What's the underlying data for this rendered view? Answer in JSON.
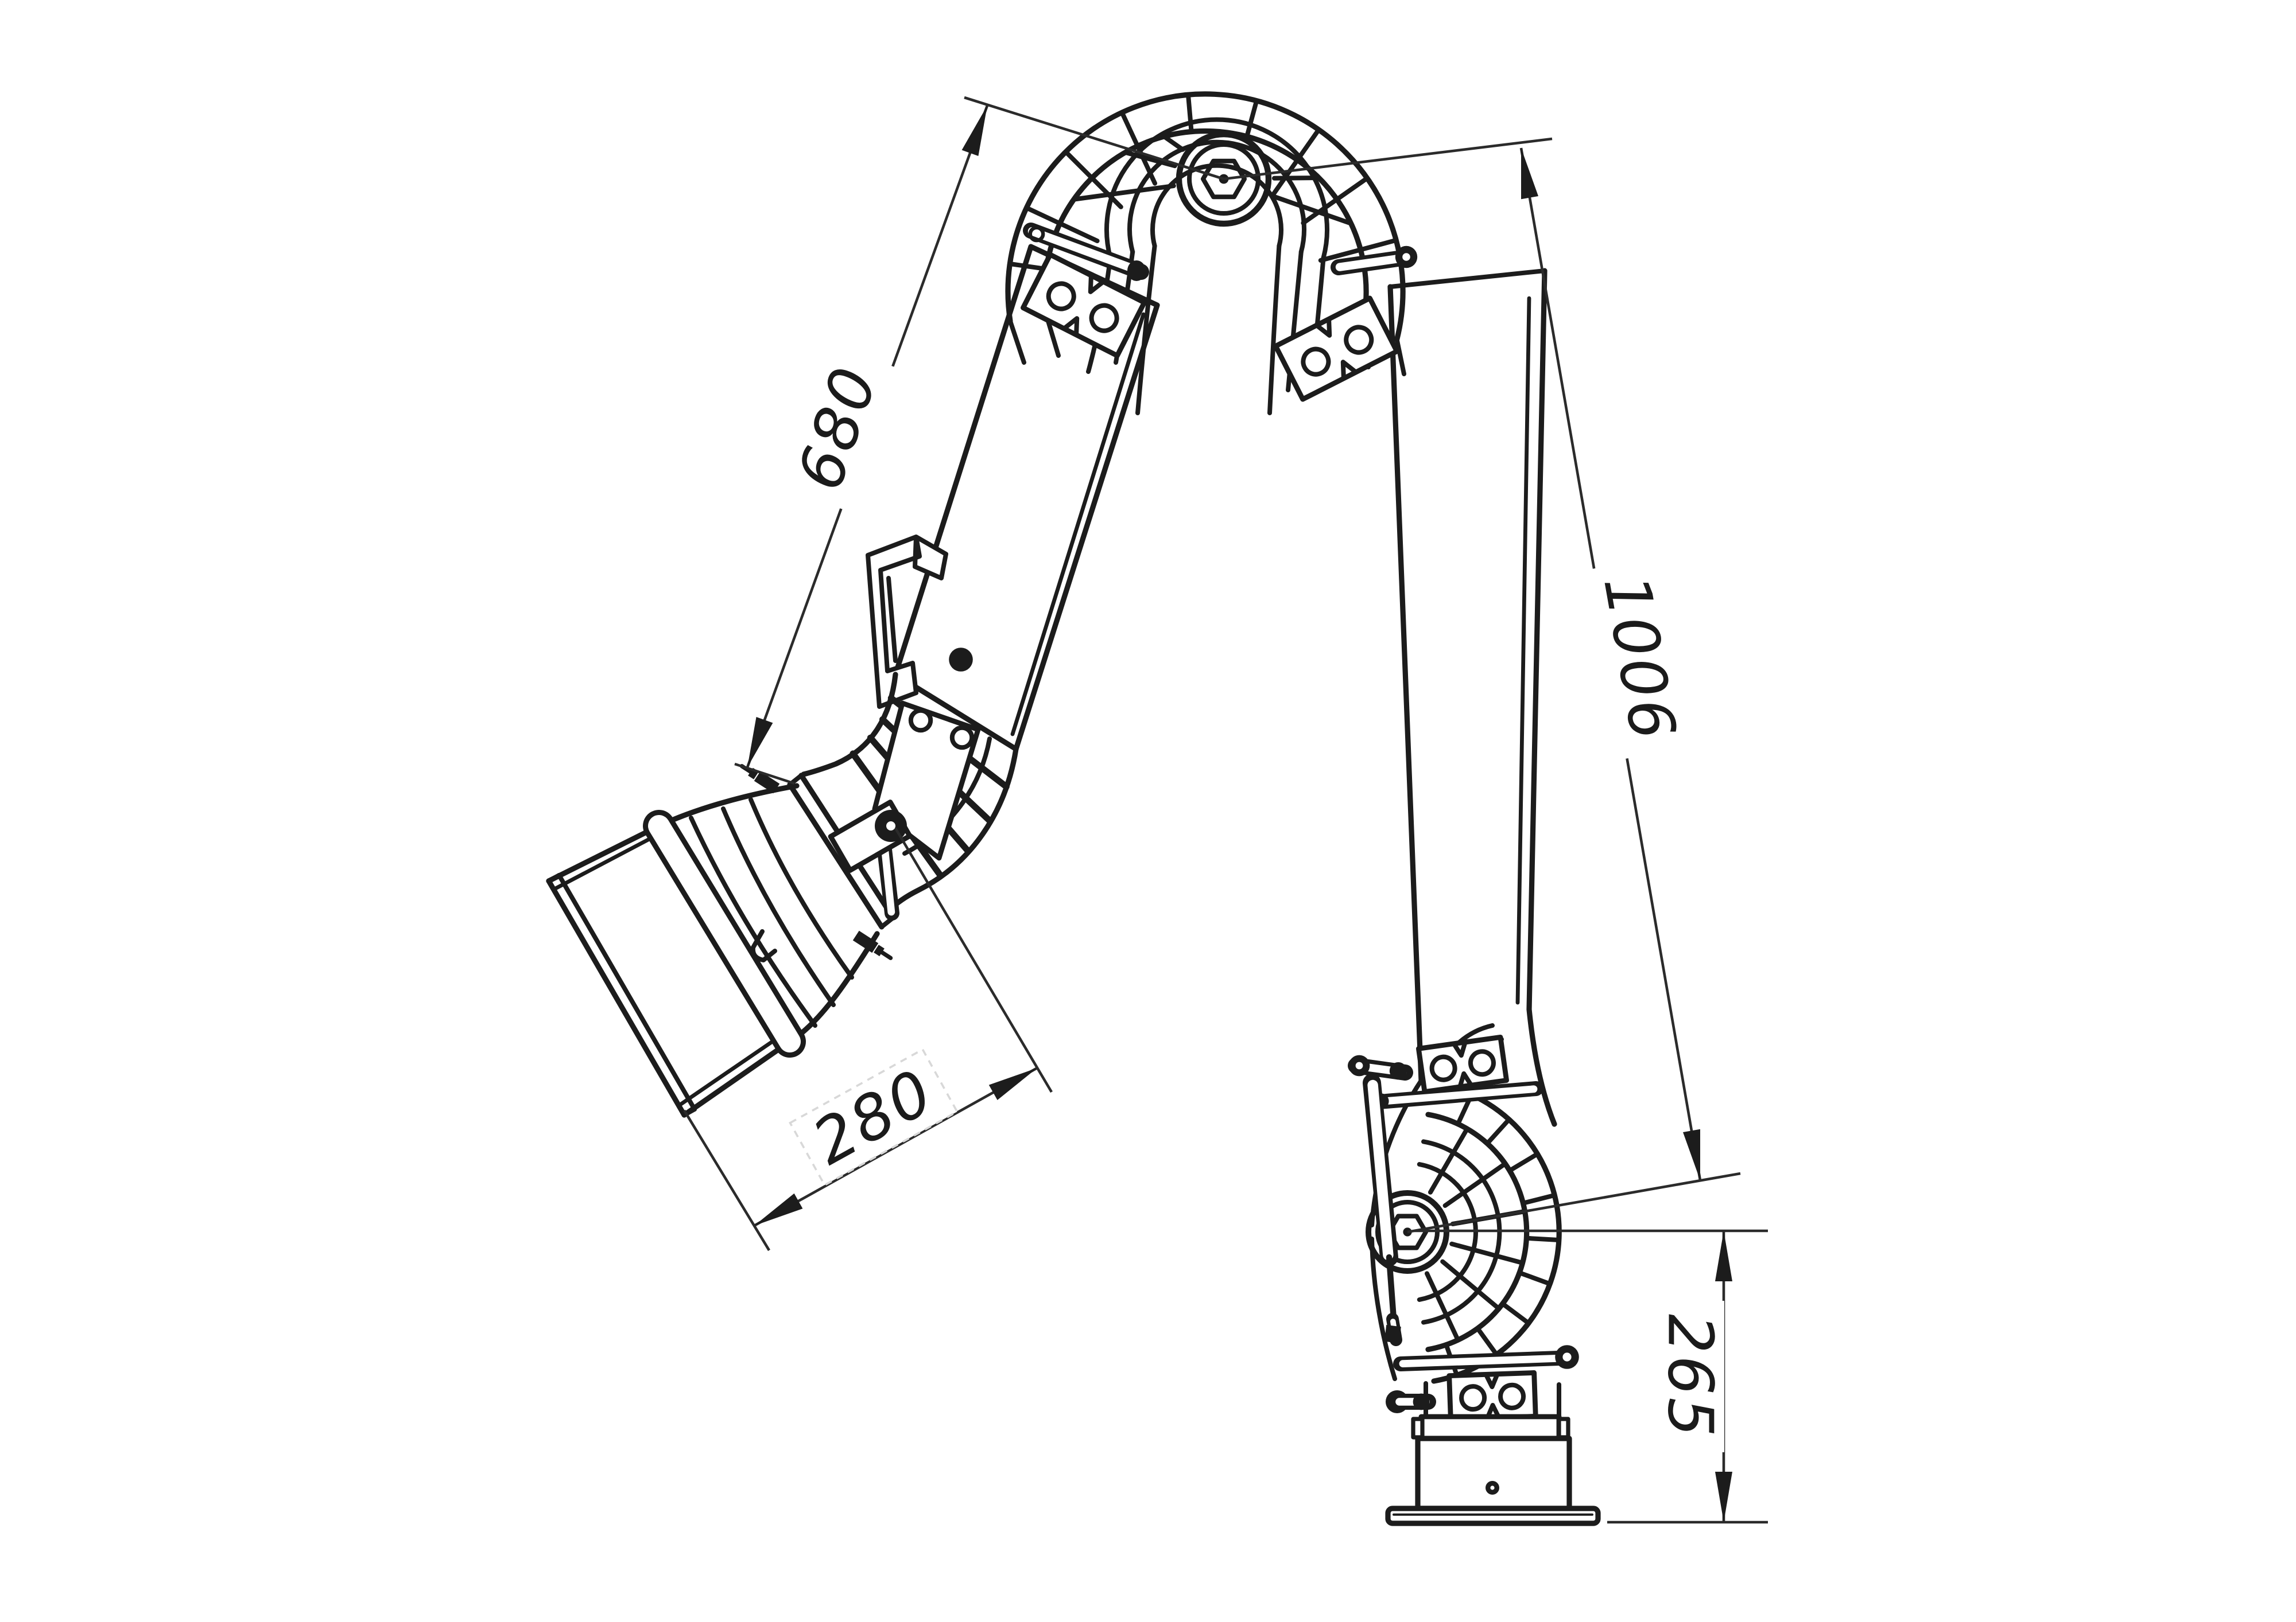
{
  "dimensions": {
    "upper_arm": "680",
    "main_arm": "1006",
    "hood": "280",
    "base_height": "265"
  },
  "colors": {
    "ink": "#1c1c1c",
    "paper": "#ffffff",
    "dimension_lines": "#2b2b2b"
  }
}
